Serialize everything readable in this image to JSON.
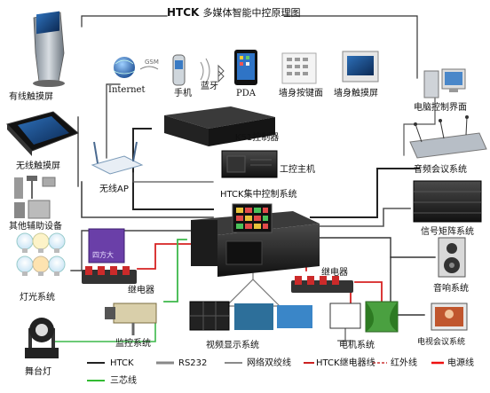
{
  "title": {
    "brand": "HTCK",
    "text": "多媒体智能中控原理图"
  },
  "devices": {
    "wired_touch": "有线触摸屏",
    "wireless_touch": "无线触摸屏",
    "aux_devices": "其他辅助设备",
    "lights": "灯光系统",
    "stage_light": "舞台灯",
    "internet": "Internet",
    "gsm": "GSM",
    "phone": "手机",
    "bluetooth": "蓝牙",
    "pda": "PDA",
    "wall_keypad": "墙身按键面",
    "wall_touch": "墙身触摸屏",
    "pc_control": "电脑控制界面",
    "k51": "K51控制器",
    "ipc": "工控主机",
    "wireless_ap": "无线AP",
    "htck_system": "HTCK集中控制系统",
    "audio_conf": "音频会议系统",
    "matrix": "信号矩阵系统",
    "speaker": "音响系统",
    "video_conf": "电视会议系统",
    "relay_left": "继电器",
    "relay_right": "继电器",
    "power_relay": "四方大",
    "monitor": "监控系统",
    "video_display": "视频显示系统",
    "motor": "电机系统"
  },
  "legend": {
    "htck": "HTCK",
    "rs232": "RS232",
    "twisted": "网络双绞线",
    "relay_line": "HTCK继电器线",
    "ir": "红外线",
    "power": "电源线",
    "three_core": "三芯线"
  },
  "colors": {
    "htck_line": "#222222",
    "rs232_line": "#888888",
    "twisted_line": "#444444",
    "relay_line": "#cc2222",
    "ir_line": "#cc3333",
    "power_line": "#ee1111",
    "three_core_line": "#33bb33"
  }
}
